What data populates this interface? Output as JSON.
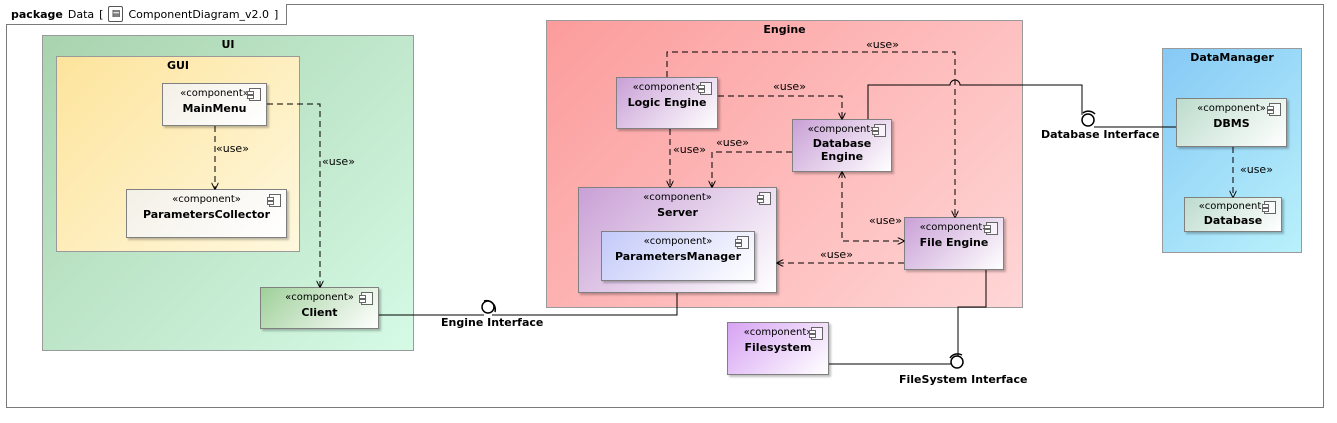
{
  "diagram": {
    "frame_keyword": "package",
    "frame_package": "Data",
    "frame_bracket_open": "[",
    "frame_name": "ComponentDiagram_v2.0",
    "frame_bracket_close": "]",
    "stereotype": "«component»",
    "use_label": "«use»"
  },
  "packages": {
    "ui": "UI",
    "gui": "GUI",
    "engine": "Engine",
    "datamanager": "DataManager"
  },
  "components": {
    "main_menu": "MainMenu",
    "parameters_collector": "ParametersCollector",
    "client": "Client",
    "logic_engine": "Logic Engine",
    "database_engine_l1": "Database",
    "database_engine_l2": "Engine",
    "server": "Server",
    "parameters_manager": "ParametersManager",
    "file_engine": "File Engine",
    "filesystem": "Filesystem",
    "dbms": "DBMS",
    "database": "Database"
  },
  "interfaces": {
    "engine": "Engine Interface",
    "database": "Database Interface",
    "filesystem": "FileSystem Interface"
  },
  "colors": {
    "ui_pkg_from": "#a9d3ae",
    "ui_pkg_to": "#d5fae6",
    "gui_pkg_from": "#fde49c",
    "gui_pkg_to": "#fff8de",
    "engine_pkg_from": "#fc9c9c",
    "engine_pkg_to": "#ffd6d6",
    "dm_pkg_from": "#86c9f5",
    "dm_pkg_to": "#b9f1fb",
    "comp_light": "#ffffff",
    "comp_purple": "#c9a0d6",
    "comp_green": "#9fd09a",
    "comp_teal": "#bcdccc",
    "comp_violet": "#d7a3f3",
    "comp_blue": "#c3c9f9"
  }
}
